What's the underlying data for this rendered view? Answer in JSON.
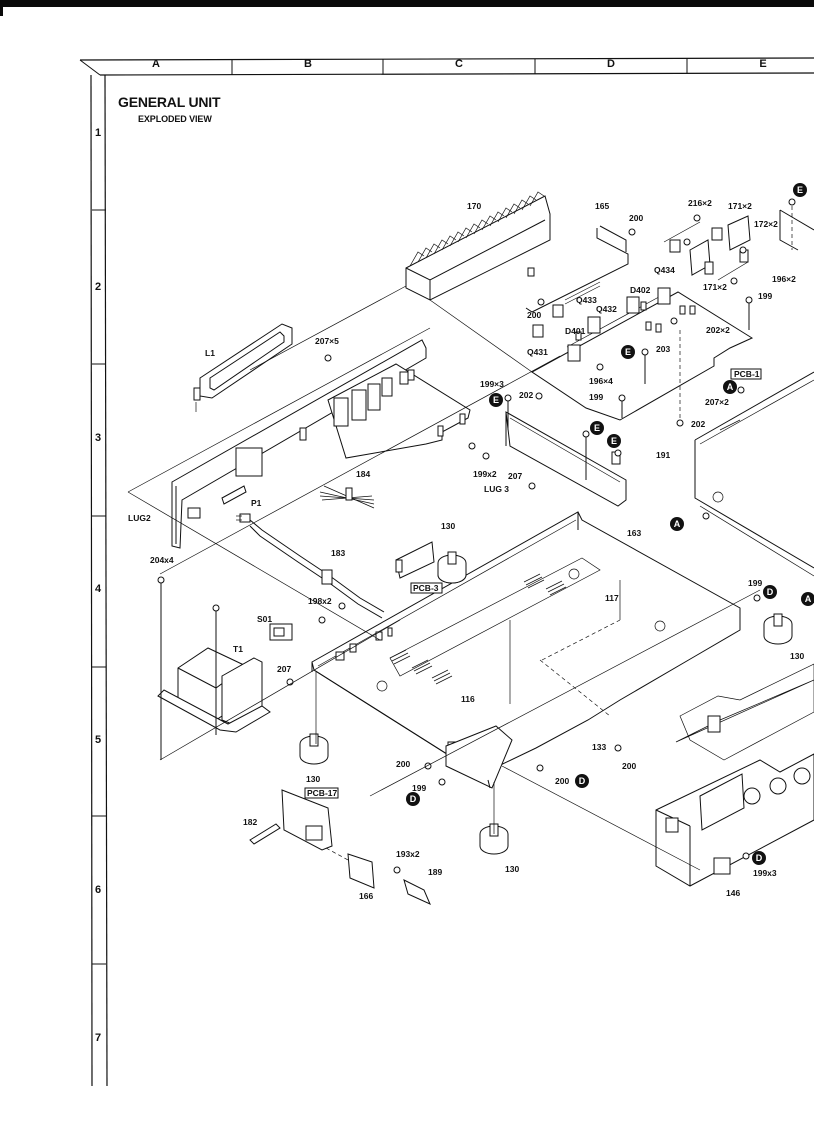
{
  "page": {
    "title": "GENERAL UNIT",
    "subtitle": "EXPLODED VIEW"
  },
  "grid": {
    "columns": [
      "A",
      "B",
      "C",
      "D",
      "E"
    ],
    "rows": [
      "1",
      "2",
      "3",
      "4",
      "5",
      "6",
      "7"
    ]
  },
  "markers": {
    "A": "A",
    "D": "D",
    "E": "E"
  },
  "parts": {
    "p170": "170",
    "p165": "165",
    "p200a": "200",
    "p216x2": "216×2",
    "p171x2a": "171×2",
    "p172x2": "172×2",
    "p196x2": "196×2",
    "p171x2b": "171×2",
    "p199a": "199",
    "pQ434": "Q434",
    "pD402": "D402",
    "pQ433": "Q433",
    "pQ432": "Q432",
    "p200b": "200",
    "p202x2": "202×2",
    "pD401": "D401",
    "pQ431": "Q431",
    "p203": "203",
    "p196x4": "196×4",
    "pPCB1": "PCB-1",
    "p207x2": "207×2",
    "p199b": "199",
    "p202a": "202",
    "p199x3a": "199×3",
    "p202b": "202",
    "pL1": "L1",
    "p207x5": "207×5",
    "p191": "191",
    "p199x2": "199x2",
    "p207a": "207",
    "pLUG3": "LUG 3",
    "p184": "184",
    "p163": "163",
    "pLUG2": "LUG2",
    "pP1": "P1",
    "p130a": "130",
    "p183": "183",
    "pPCB3": "PCB-3",
    "p117": "117",
    "p204x4": "204x4",
    "p199c": "199",
    "p198x2": "198x2",
    "pS01": "S01",
    "pT1": "T1",
    "p130b": "130",
    "p207b": "207",
    "p116": "116",
    "p130c": "130",
    "p133": "133",
    "p200c": "200",
    "p200d": "200",
    "p199d": "199",
    "p200e": "200",
    "pPCB17": "PCB-17",
    "p182": "182",
    "p193x2": "193x2",
    "p189": "189",
    "p166": "166",
    "p130d": "130",
    "p199x3b": "199x3",
    "p146": "146"
  }
}
